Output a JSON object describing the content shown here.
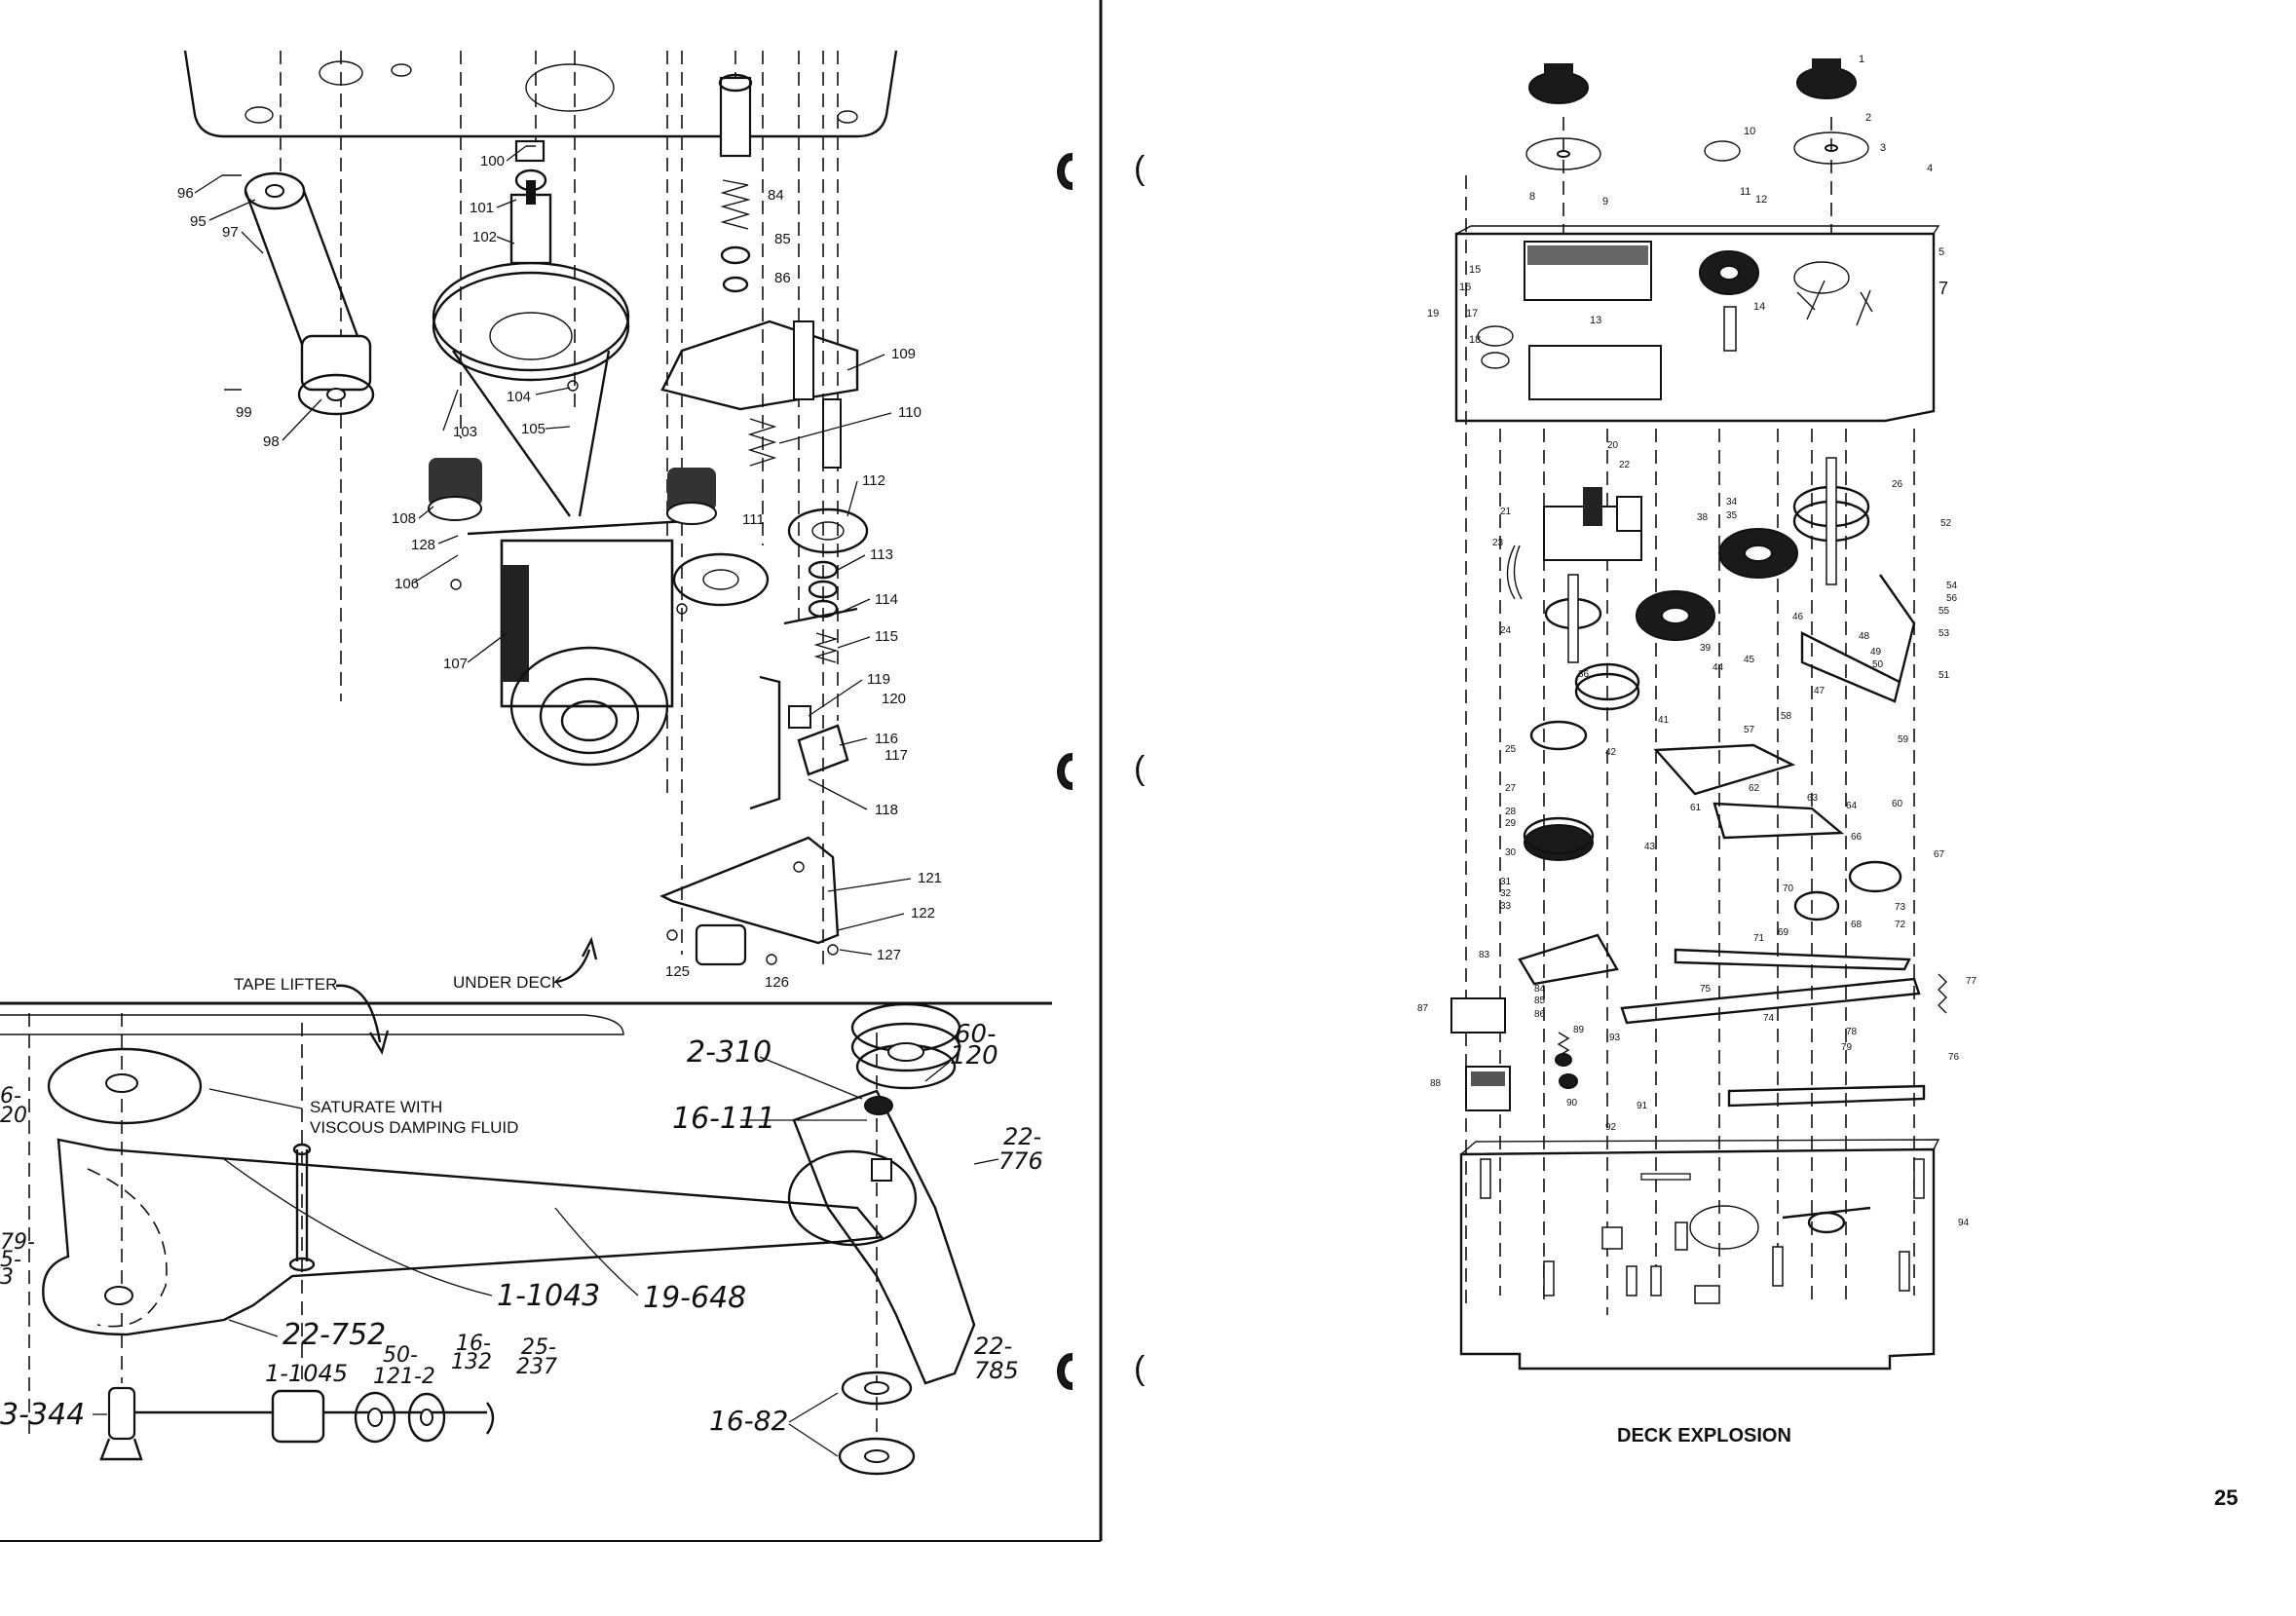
{
  "left_page": {
    "callouts_upper": [
      "84",
      "85",
      "86",
      "95",
      "96",
      "97",
      "98",
      "99",
      "100",
      "101",
      "102",
      "103",
      "104",
      "105",
      "106",
      "107",
      "108",
      "109",
      "110",
      "111",
      "112",
      "113",
      "114",
      "115",
      "116",
      "117",
      "118",
      "119",
      "120",
      "121",
      "122",
      "125",
      "126",
      "127",
      "128"
    ],
    "under_deck_label": "UNDER DECK",
    "tape_lifter_label": "TAPE LIFTER",
    "saturate_note_line1": "SATURATE WITH",
    "saturate_note_line2": "VISCOUS DAMPING FLUID",
    "part_numbers": [
      "2-310",
      "60-",
      "120",
      "16-111",
      "22-",
      "776",
      "1-1043",
      "19-648",
      "22-752",
      "16-",
      "132",
      "25-",
      "237",
      "50-",
      "121-2",
      "1-1045",
      "22-",
      "785",
      "16-82",
      "3-344",
      "6-",
      "20",
      "79-",
      "5-",
      "3"
    ]
  },
  "right_page": {
    "callouts_top": [
      "1",
      "2",
      "3",
      "4",
      "5",
      "7",
      "8",
      "9",
      "10",
      "11",
      "12",
      "13",
      "14",
      "15",
      "16",
      "17",
      "18",
      "19"
    ],
    "callouts_mid": [
      "20",
      "21",
      "22",
      "23",
      "24",
      "25",
      "26",
      "27",
      "28",
      "29",
      "30",
      "31",
      "32",
      "33",
      "34",
      "35",
      "36",
      "38",
      "39",
      "41",
      "42",
      "43",
      "44",
      "45",
      "46",
      "47",
      "48",
      "49",
      "50",
      "51",
      "52",
      "53",
      "54",
      "55",
      "56",
      "57",
      "58",
      "59",
      "60",
      "61",
      "62",
      "63",
      "64",
      "66",
      "67",
      "68",
      "69",
      "70",
      "71",
      "72",
      "73",
      "74",
      "75",
      "76",
      "77",
      "78",
      "79",
      "83",
      "84",
      "85",
      "86",
      "87",
      "88",
      "89",
      "90",
      "91",
      "92",
      "93",
      "94"
    ],
    "caption": "DECK EXPLOSION",
    "page_number": "25"
  },
  "binder_holes": [
    "(",
    "(",
    "("
  ]
}
